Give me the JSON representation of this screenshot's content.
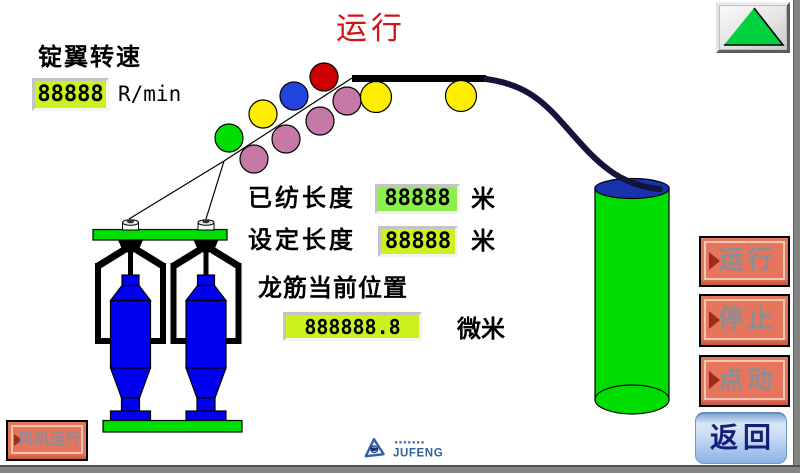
{
  "screen": {
    "title": "运行"
  },
  "spindle": {
    "label": "锭翼转速",
    "value": "88888",
    "unit": "R/min"
  },
  "readouts": {
    "spun_length": {
      "label": "已纺长度",
      "value": "88888",
      "unit": "米"
    },
    "set_length": {
      "label": "设定长度",
      "value": "88888",
      "unit": "米"
    },
    "beam_position": {
      "label": "龙筋当前位置",
      "value": "888888.8",
      "unit": "微米"
    }
  },
  "buttons": {
    "scroll_up": {
      "icon": "green-up-triangle"
    },
    "run": {
      "label": "运行"
    },
    "stop": {
      "label": "停止"
    },
    "jog": {
      "label": "点动"
    },
    "fan_run": {
      "label": "风机运行"
    },
    "back": {
      "label": "返回"
    }
  },
  "logo": {
    "brand": "JUFENG"
  },
  "colors": {
    "title_red": "#d31414",
    "readout_yellow_green": "#c9f21e",
    "readout_green": "#8cf04c",
    "button_salmon": "#e5755d",
    "button_text_gray": "#8b8e96",
    "machine_green": "#00dd00",
    "bobbin_blue": "#0000ee",
    "thread_navy": "#13133c",
    "back_button_blue": "#aac7ee",
    "logo_blue": "#2f62ae"
  }
}
